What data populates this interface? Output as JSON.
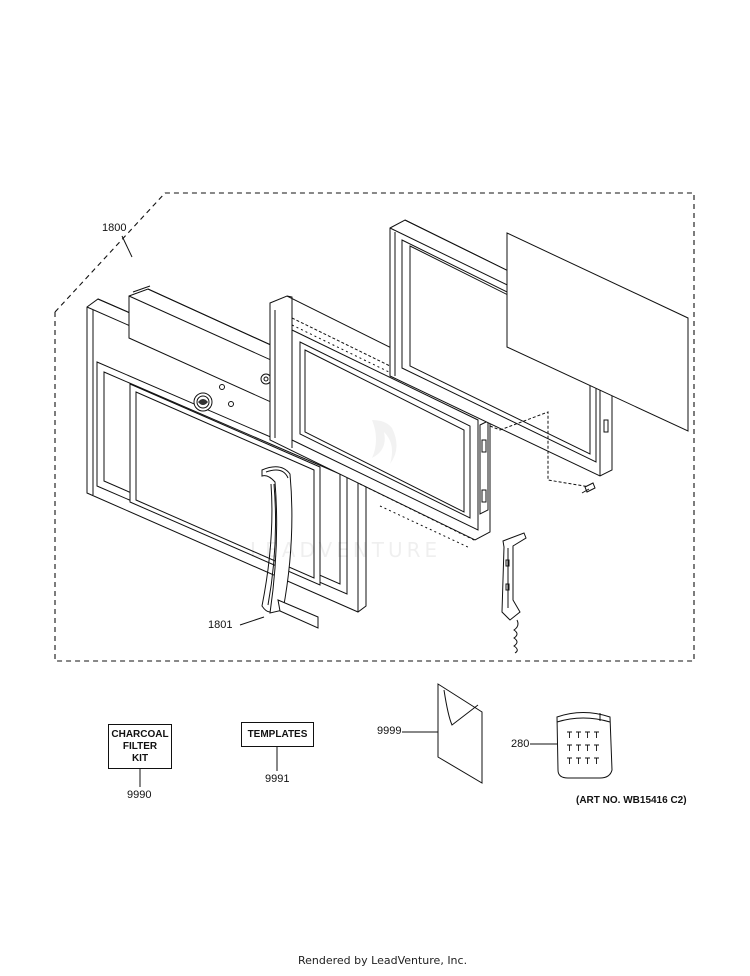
{
  "diagram": {
    "callouts": {
      "assembly": "1800",
      "handle": "1801",
      "charcoal_kit": "9990",
      "templates": "9991",
      "literature": "9999",
      "screws": "280"
    },
    "boxes": {
      "charcoal_line1": "CHARCOAL",
      "charcoal_line2": "FILTER",
      "charcoal_line3": "KIT",
      "templates": "TEMPLATES"
    },
    "art_number": "(ART NO. WB15416 C2)",
    "watermark": "LEADVENTURE"
  },
  "footer": {
    "rendered_by": "Rendered by LeadVenture, Inc."
  }
}
